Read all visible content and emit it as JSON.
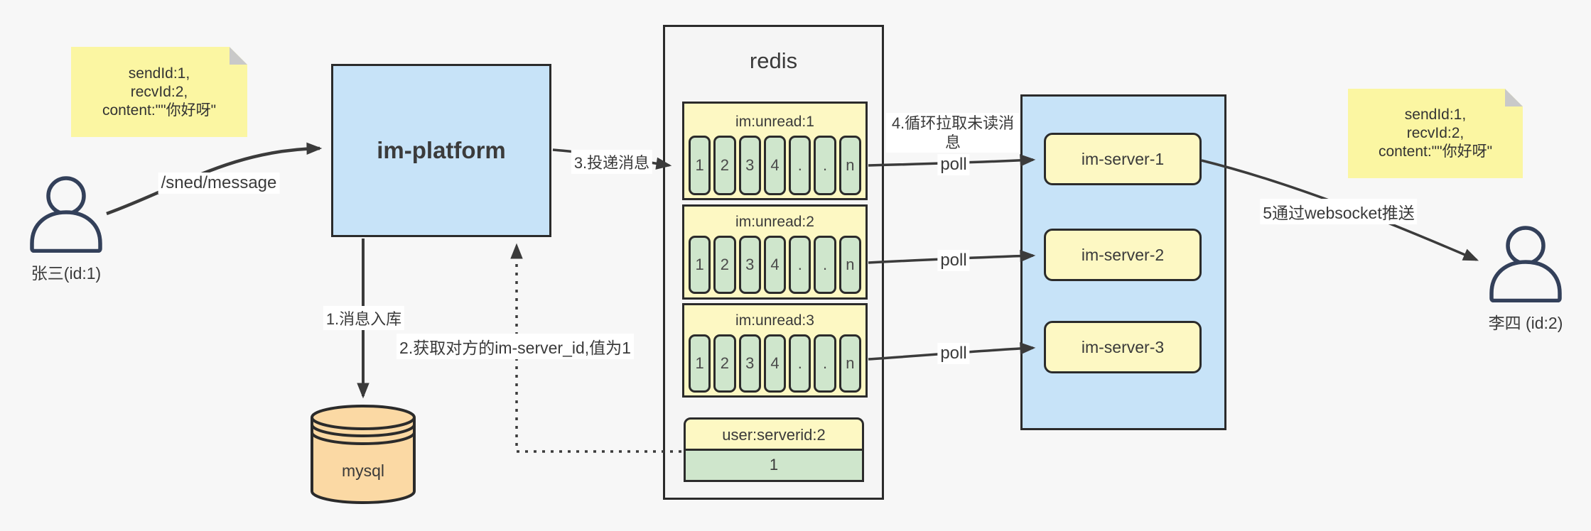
{
  "colors": {
    "background": "#f7f7f7",
    "note_yellow": "#fbf6a2",
    "note_fold_gray": "#c9c9c9",
    "platform_blue": "#c7e3f8",
    "redis_panel_gray": "#f5f5f5",
    "queue_yellow": "#fdf8c3",
    "cell_green": "#cfe6cc",
    "mysql_orange": "#fbd9a4",
    "border_dark": "#2b2b2b",
    "arrow_dark": "#3b3b3b",
    "person_navy": "#33405a"
  },
  "notes": {
    "left": {
      "line1": "sendId:1,",
      "line2": "recvId:2,",
      "line3": "content:\"\"你好呀\""
    },
    "right": {
      "line1": "sendId:1,",
      "line2": "recvId:2,",
      "line3": "content:\"\"你好呀\""
    }
  },
  "actors": {
    "sender": {
      "label": "张三(id:1)"
    },
    "receiver": {
      "label": "李四 (id:2)"
    }
  },
  "platform": {
    "label": "im-platform"
  },
  "mysql": {
    "label": "mysql"
  },
  "redis": {
    "title": "redis",
    "queues": [
      {
        "title": "im:unread:1",
        "cells": [
          "1",
          "2",
          "3",
          "4",
          ".",
          ".",
          "n"
        ]
      },
      {
        "title": "im:unread:2",
        "cells": [
          "1",
          "2",
          "3",
          "4",
          ".",
          ".",
          "n"
        ]
      },
      {
        "title": "im:unread:3",
        "cells": [
          "1",
          "2",
          "3",
          "4",
          ".",
          ".",
          "n"
        ]
      }
    ],
    "kv": {
      "header": "user:serverid:2",
      "value": "1"
    }
  },
  "servers": {
    "items": [
      {
        "label": "im-server-1"
      },
      {
        "label": "im-server-2"
      },
      {
        "label": "im-server-3"
      }
    ]
  },
  "edges": {
    "send_message": "/sned/message",
    "step1": "1.消息入库",
    "step2": "2.获取对方的im-server_id,值为1",
    "step3": "3.投递消息",
    "step4": "4.循环拉取未读消息",
    "poll1": "poll",
    "poll2": "poll",
    "poll3": "poll",
    "step5": "5通过websocket推送"
  }
}
